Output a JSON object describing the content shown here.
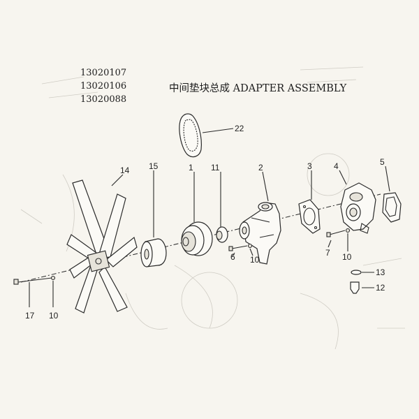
{
  "part_numbers": [
    "13020107",
    "13020106",
    "13020088"
  ],
  "title": "中间垫块总成  ADAPTER ASSEMBLY",
  "callouts": [
    {
      "label": "22",
      "ref": "belt"
    },
    {
      "label": "14",
      "ref": "fan"
    },
    {
      "label": "15",
      "ref": "spacer"
    },
    {
      "label": "1",
      "ref": "pulley"
    },
    {
      "label": "11",
      "ref": "bearing"
    },
    {
      "label": "2",
      "ref": "water-pump"
    },
    {
      "label": "3",
      "ref": "gasket"
    },
    {
      "label": "4",
      "ref": "adapter-housing"
    },
    {
      "label": "5",
      "ref": "gasket-rear"
    },
    {
      "label": "6",
      "ref": "bolt-short"
    },
    {
      "label": "10",
      "ref": "washer-middle"
    },
    {
      "label": "7",
      "ref": "bolt-right"
    },
    {
      "label": "10",
      "ref": "washer-right"
    },
    {
      "label": "13",
      "ref": "seal-washer"
    },
    {
      "label": "12",
      "ref": "drain-plug"
    },
    {
      "label": "17",
      "ref": "long-bolt"
    },
    {
      "label": "10",
      "ref": "washer-left"
    }
  ]
}
